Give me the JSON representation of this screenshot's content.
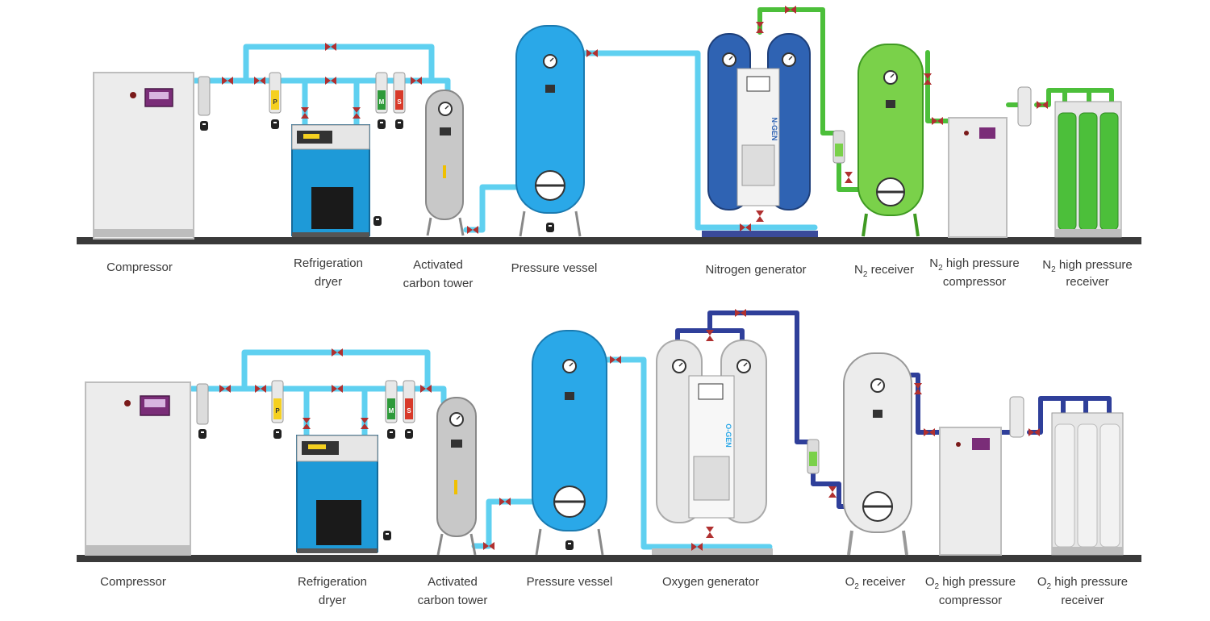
{
  "colors": {
    "air_pipe": "#5fd0f0",
    "nitrogen_pipe": "#4cbf3a",
    "oxygen_pipe": "#2f3f9a",
    "vessel_blue": "#2aa8e8",
    "ngen_blue": "#2f63b3",
    "n2_green": "#7ad14a",
    "grey_equipment": "#d8d8d8",
    "valve": "#b03030",
    "floor": "#3a3a3a"
  },
  "top_row": {
    "compressor": "Compressor",
    "dryer_line1": "Refrigeration",
    "dryer_line2": "dryer",
    "carbon_line1": "Activated",
    "carbon_line2": "carbon tower",
    "vessel": "Pressure vessel",
    "generator": "Nitrogen generator",
    "generator_panel": "N-GEN",
    "receiver_main": "N",
    "receiver_sub": "2",
    "receiver_rest": " receiver",
    "hp_comp_main": "N",
    "hp_comp_sub": "2",
    "hp_comp_rest": " high pressure",
    "hp_comp_line2": "compressor",
    "hp_recv_main": "N",
    "hp_recv_sub": "2",
    "hp_recv_rest": " high pressure",
    "hp_recv_line2": "receiver"
  },
  "bottom_row": {
    "compressor": "Compressor",
    "dryer_line1": "Refrigeration",
    "dryer_line2": "dryer",
    "carbon_line1": "Activated",
    "carbon_line2": "carbon tower",
    "vessel": "Pressure vessel",
    "generator": "Oxygen generator",
    "generator_panel": "O-GEN",
    "receiver_main": "O",
    "receiver_sub": "2",
    "receiver_rest": " receiver",
    "hp_comp_main": "O",
    "hp_comp_sub": "2",
    "hp_comp_rest": " high pressure",
    "hp_comp_line2": "compressor",
    "hp_recv_main": "O",
    "hp_recv_sub": "2",
    "hp_recv_rest": " high pressure",
    "hp_recv_line2": "receiver"
  },
  "filters": {
    "p": "P",
    "m": "M",
    "s": "S"
  }
}
